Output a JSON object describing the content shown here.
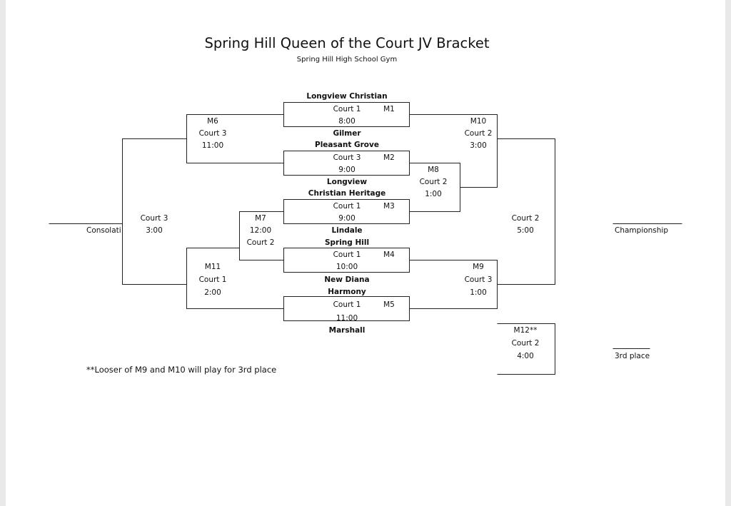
{
  "title": "Spring Hill Queen of the Court JV Bracket",
  "subtitle": "Spring Hill High School Gym",
  "teams": {
    "t1": "Longview Christian",
    "t2": "Gilmer",
    "t3": "Pleasant Grove",
    "t4": "Longview",
    "t5": "Christian Heritage",
    "t6": "Lindale",
    "t7": "Spring Hill",
    "t8": "New Diana",
    "t9": "Harmony",
    "t10": "Marshall"
  },
  "matches": {
    "m1": {
      "court": "Court 1",
      "id": "M1",
      "time": "8:00"
    },
    "m2": {
      "court": "Court 3",
      "id": "M2",
      "time": "9:00"
    },
    "m3": {
      "court": "Court 1",
      "id": "M3",
      "time": "9:00"
    },
    "m4": {
      "court": "Court 1",
      "id": "M4",
      "time": "10:00"
    },
    "m5": {
      "court": "Court 1",
      "id": "M5",
      "time": "11:00"
    },
    "m6": {
      "id": "M6",
      "court": "Court 3",
      "time": "11:00"
    },
    "m7": {
      "id": "M7",
      "time": "12:00",
      "court": "Court 2"
    },
    "m8": {
      "id": "M8",
      "court": "Court 2",
      "time": "1:00"
    },
    "m9": {
      "id": "M9",
      "court": "Court 3",
      "time": "1:00"
    },
    "m10": {
      "id": "M10",
      "court": "Court 2",
      "time": "3:00"
    },
    "m11": {
      "id": "M11",
      "court": "Court 1",
      "time": "2:00"
    },
    "m12": {
      "id": "M12**",
      "court": "Court 2",
      "time": "4:00"
    },
    "consolation": {
      "court": "Court 3",
      "time": "3:00"
    },
    "championship": {
      "court": "Court 2",
      "time": "5:00"
    }
  },
  "labels": {
    "consolation": "Consolati",
    "championship": "Championship",
    "third_place": "3rd place"
  },
  "footnote": "**Looser of M9 and M10 will play for 3rd place"
}
